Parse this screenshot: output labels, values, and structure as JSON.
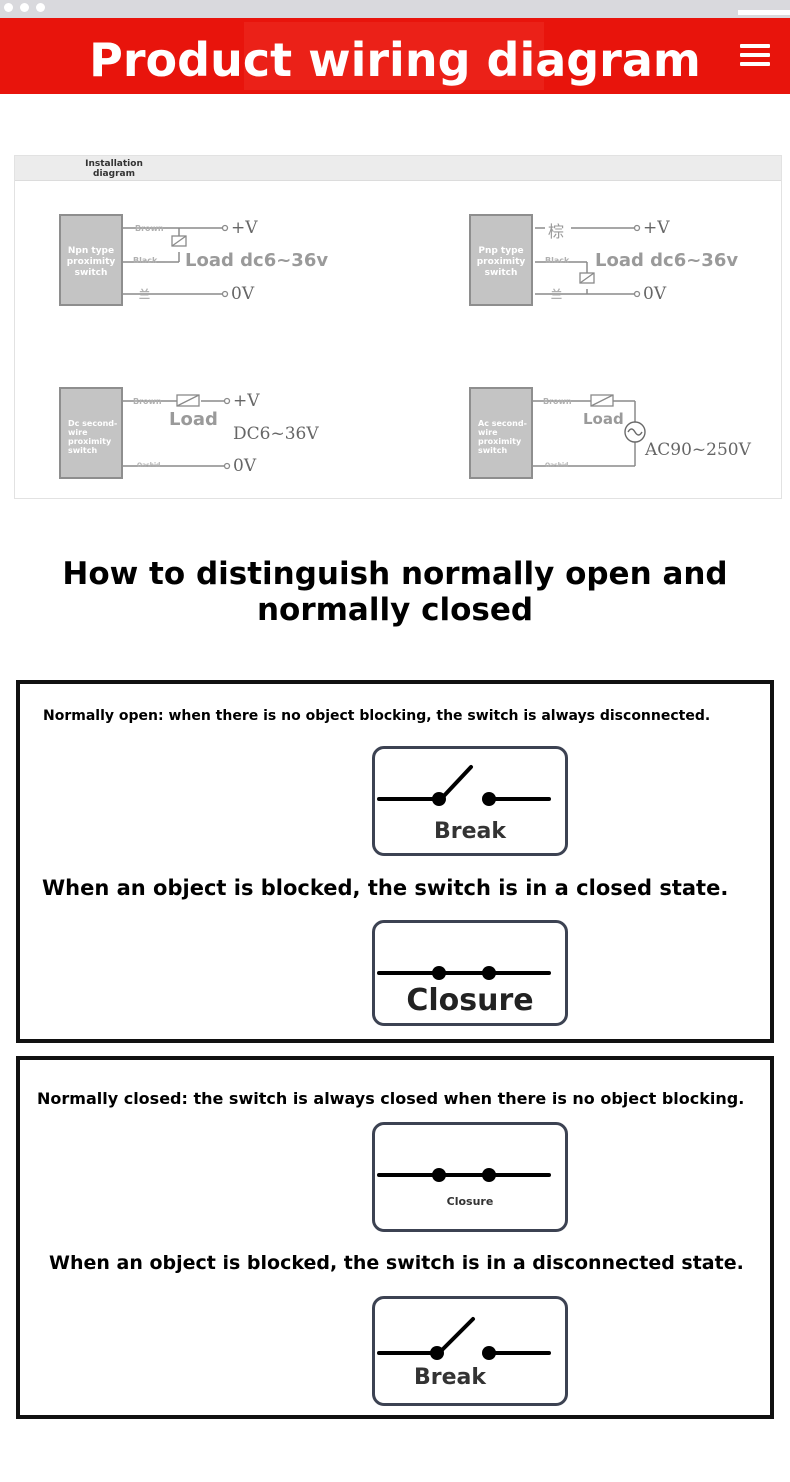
{
  "header": {
    "title": "Product wiring diagram"
  },
  "installation": {
    "title": "Installation diagram",
    "diagrams": [
      {
        "switch_label": "Npn type proximity switch",
        "wires": [
          "Brown",
          "Black",
          "兰"
        ],
        "load": "Load dc6~36v",
        "plus": "+V",
        "zero": "0V"
      },
      {
        "switch_label": "Pnp type proximity switch",
        "wires": [
          "棕",
          "Black",
          "兰"
        ],
        "load": "Load dc6~36v",
        "plus": "+V",
        "zero": "0V"
      },
      {
        "switch_label": "Dc second-wire proximity switch",
        "wires": [
          "Brown",
          "Oashid"
        ],
        "load": "Load",
        "voltage": "DC6~36V",
        "plus": "+V",
        "zero": "0V"
      },
      {
        "switch_label": "Ac second-wire proximity switch",
        "wires": [
          "Brown",
          "Oashid"
        ],
        "load": "Load",
        "voltage": "AC90~250V"
      }
    ]
  },
  "section": {
    "title": "How to distinguish normally open and normally closed"
  },
  "normally_open": {
    "caption": "Normally open: when there is no object blocking, the switch is always disconnected.",
    "state_1": "Break",
    "caption_2": "When an object is blocked, the switch is in a closed state.",
    "state_2": "Closure"
  },
  "normally_closed": {
    "caption": "Normally closed: the switch is always closed when there is no object blocking.",
    "state_1": "Closure",
    "caption_2": "When an object is blocked, the switch is in a disconnected state.",
    "state_2": "Break"
  },
  "colors": {
    "header_red": "#e8140c",
    "symbol_border": "#3c4252"
  },
  "icons": [
    "menu-icon",
    "relay-coil-icon",
    "ac-source-icon",
    "open-switch-icon",
    "closed-switch-icon"
  ]
}
